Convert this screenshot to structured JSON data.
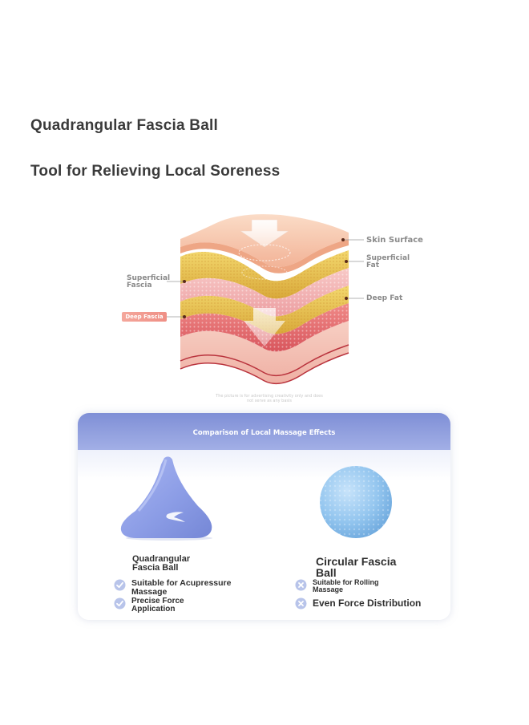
{
  "heading": {
    "line1": "Quadrangular Fascia Ball",
    "line2": "Tool for Relieving Local Soreness"
  },
  "diagram": {
    "labels": {
      "skin_surface": "Skin Surface",
      "superficial_fat": "Superficial\nFat",
      "superficial_fascia": "Superficial\nFascia",
      "deep_fat": "Deep Fat",
      "deep_fascia": "Deep Fascia"
    },
    "disclaimer": "The picture is for advertising creativity only and does not serve as any basis",
    "colors": {
      "skin": "#f6c3a8",
      "fat": "#e9c14a",
      "fascia_pink": "#f2b2b3",
      "deep_red": "#e9767a",
      "muscle": "#f3b7ad"
    }
  },
  "comparison": {
    "title": "Comparison of Local Massage Effects",
    "left": {
      "name": "Quadrangular\nFascia Ball",
      "features": [
        {
          "icon": "check-icon",
          "text": "Suitable for Acupressure\nMassage"
        },
        {
          "icon": "check-icon",
          "text": "Precise Force\nApplication"
        }
      ],
      "color": "#8fa0e6"
    },
    "right": {
      "name": "Circular Fascia\nBall",
      "features": [
        {
          "icon": "cross-icon",
          "text": "Suitable for Rolling\nMassage"
        },
        {
          "icon": "cross-icon",
          "text": "Even Force Distribution"
        }
      ],
      "color": "#8ec2ec"
    },
    "header_color": "#8a9ad9"
  }
}
